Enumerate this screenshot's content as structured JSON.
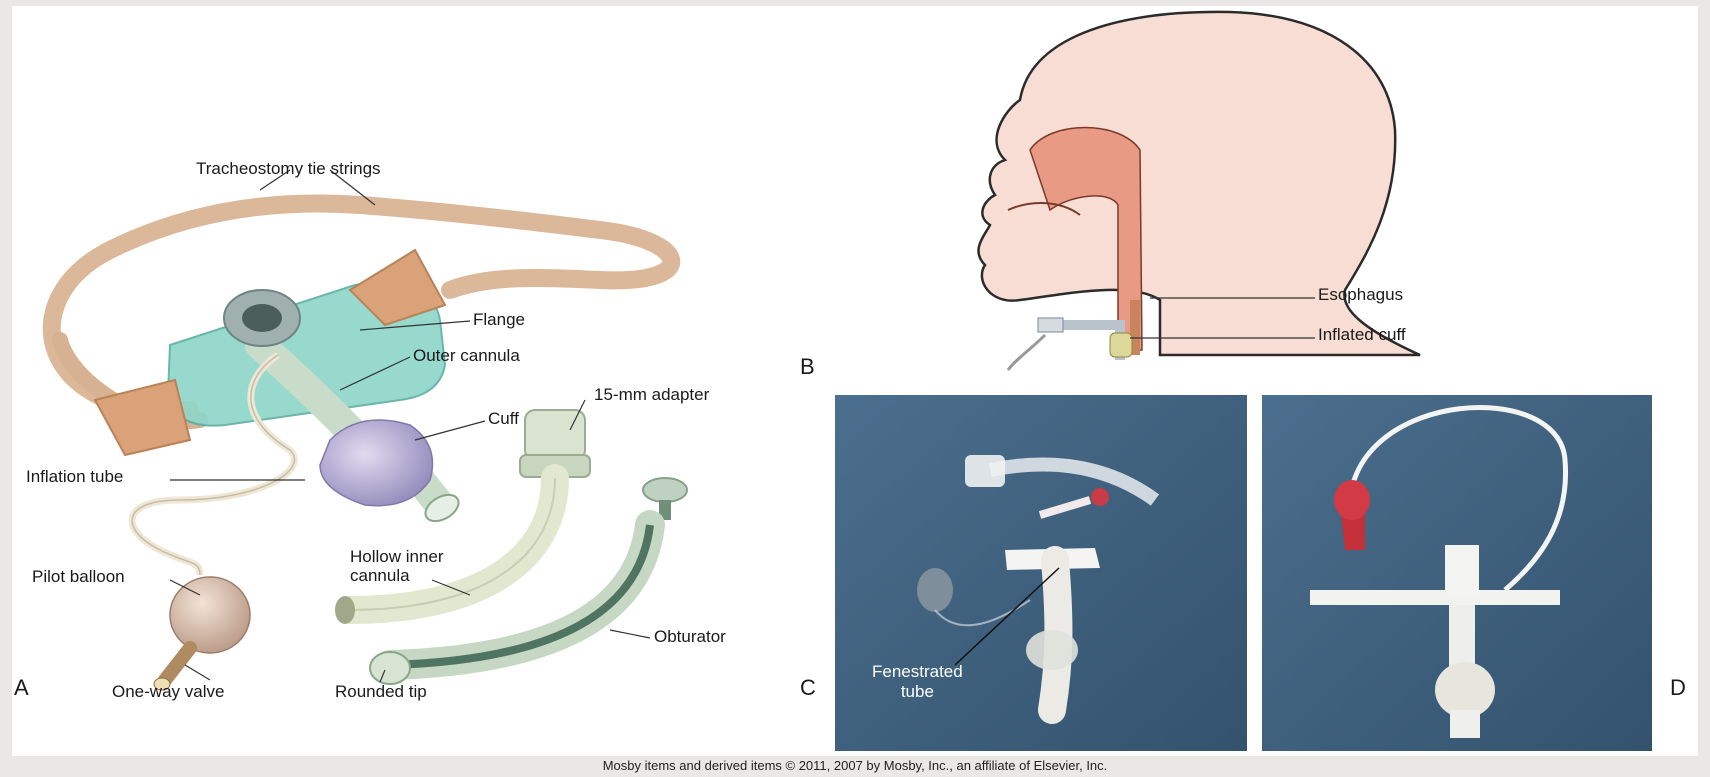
{
  "figure": {
    "panel_letters": {
      "a": "A",
      "b": "B",
      "c": "C",
      "d": "D"
    },
    "labels": {
      "tie_strings": "Tracheostomy tie strings",
      "flange": "Flange",
      "outer_cannula": "Outer cannula",
      "cuff": "Cuff",
      "inflation_tube": "Inflation tube",
      "pilot_balloon": "Pilot balloon",
      "one_way_valve": "One-way valve",
      "adapter": "15-mm adapter",
      "inner_cannula": "Hollow inner\ncannula",
      "obturator": "Obturator",
      "rounded_tip": "Rounded tip",
      "esophagus": "Esophagus",
      "inflated_cuff": "Inflated cuff",
      "fenestrated_tube": "Fenestrated\ntube"
    },
    "credit": "Mosby items and derived items © 2011, 2007 by Mosby, Inc., an affiliate of Elsevier, Inc."
  },
  "colors": {
    "tie": "#dcb89a",
    "flange": "#8fd6c9",
    "cannula": "#c9dcc9",
    "cuff": "#b7b0d4",
    "head": "#f7ddd3",
    "airway": "#e89a85",
    "photo_bg": "#3f6280"
  }
}
